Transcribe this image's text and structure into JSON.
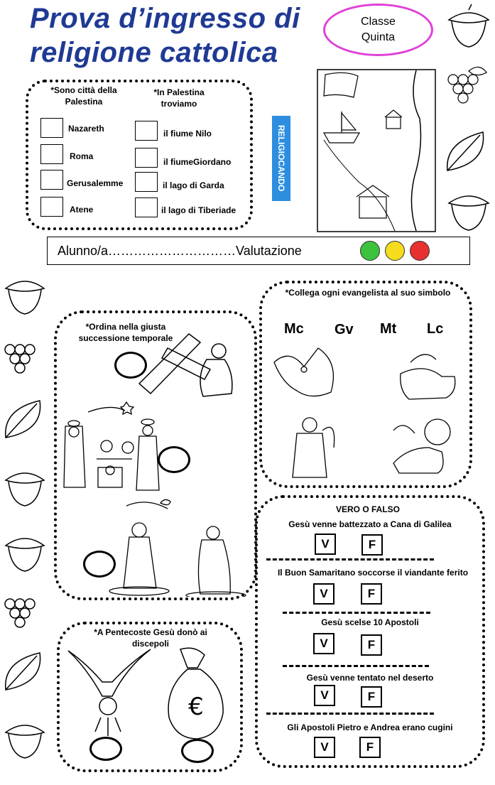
{
  "title": {
    "line1": "Prova d’ingresso di",
    "line2": "religione cattolica"
  },
  "class_label": {
    "line1": "Classe",
    "line2": "Quinta"
  },
  "logo_text": "RELIGIOCANDO",
  "section1": {
    "left_heading": "*Sono città della Palestina",
    "right_heading": "*In Palestina troviamo",
    "left_options": [
      "Nazareth",
      "Roma",
      "Gerusalemme",
      "Atene"
    ],
    "right_options": [
      "il fiume Nilo",
      "il fiumeGiordano",
      "il lago di Garda",
      "il lago di Tiberiade"
    ]
  },
  "student_bar": {
    "label": "Alunno/a…………………………Valutazione"
  },
  "faces": [
    {
      "name": "happy",
      "color": "#3cc23c"
    },
    {
      "name": "neutral",
      "color": "#f5dc1c"
    },
    {
      "name": "sad",
      "color": "#e83030"
    }
  ],
  "section_order": {
    "heading": "*Ordina nella giusta successione temporale"
  },
  "section_evangelists": {
    "heading": "*Collega ogni evangelista al suo simbolo",
    "names": [
      "Mc",
      "Gv",
      "Mt",
      "Lc"
    ]
  },
  "section_pentecost": {
    "heading": "*A Pentecoste Gesù donò ai discepoli"
  },
  "section_truefalse": {
    "heading": "VERO O FALSO",
    "true_label": "V",
    "false_label": "F",
    "statements": [
      "Gesù venne battezzato a Cana di Galilea",
      "Il Buon Samaritano soccorse il viandante ferito",
      "Gesù scelse 10 Apostoli",
      "Gesù venne tentato nel deserto",
      "Gli Apostoli Pietro e Andrea erano cugini"
    ]
  }
}
